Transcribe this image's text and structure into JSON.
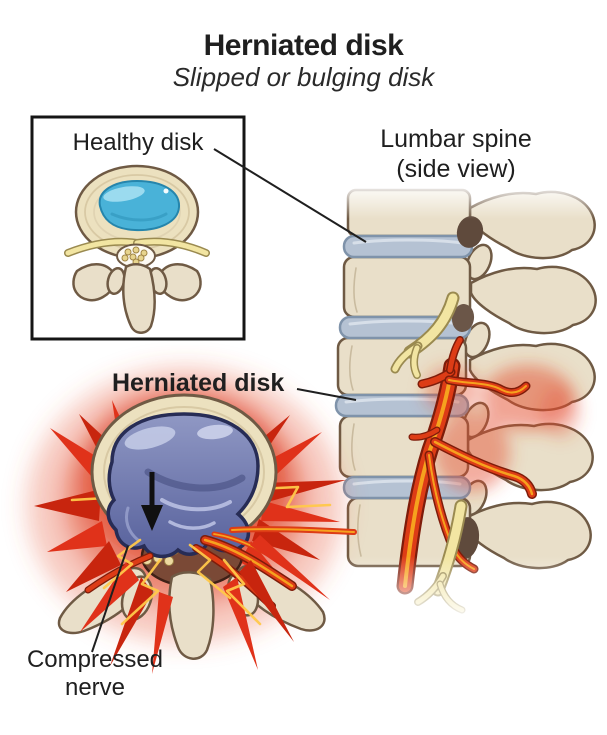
{
  "title": "Herniated disk",
  "subtitle": "Slipped or bulging disk",
  "inset": {
    "label": "Healthy disk"
  },
  "spine_view": {
    "label_line1": "Lumbar spine",
    "label_line2": "(side view)"
  },
  "herniated": {
    "label": "Herniated disk"
  },
  "compressed": {
    "label": "Compressed nerve"
  },
  "colors": {
    "label_ink": "#1f1f1f",
    "bone": "#e9dfc9",
    "bone_outline": "#6f5a44",
    "disk_gray_blue": "#b5c2d3",
    "nucleus_blue": "#49b2d8",
    "nucleus_purple": "#6872ad",
    "nerve_yellow": "#f2e5a2",
    "inflamed_red": "#dd3c16",
    "spike_red": "#e0321a",
    "lightning_yellow": "#ffc84a",
    "canal_brown": "#7a4936"
  }
}
